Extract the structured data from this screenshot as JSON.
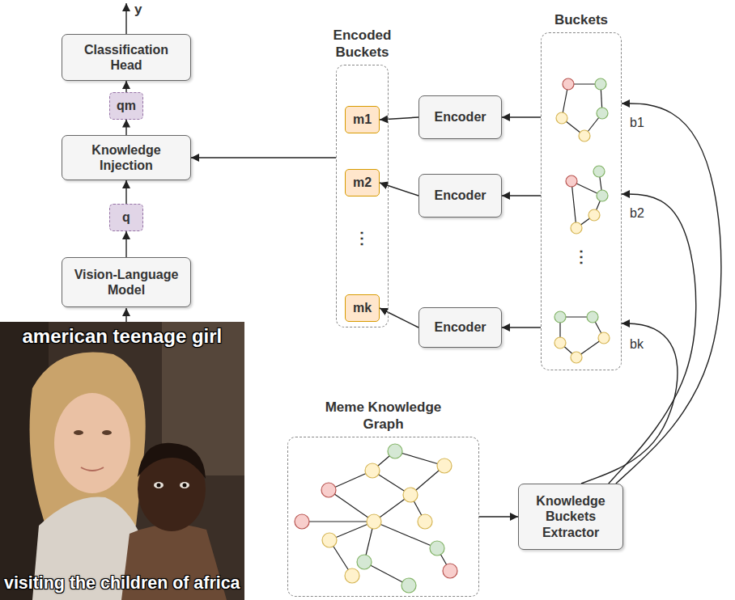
{
  "diagram": {
    "nodes": [
      {
        "text": [
          "Classification Head"
        ]
      },
      {
        "text": [
          "qm"
        ]
      },
      {
        "text": [
          "Knowledge Injection"
        ]
      },
      {
        "text": [
          "q"
        ]
      },
      {
        "text": [
          "Vision-Language Model"
        ]
      },
      {
        "text": [
          "Encoded Buckets"
        ]
      },
      {
        "text": [
          "m1"
        ],
        "in": 5
      },
      {
        "text": [
          "m2"
        ],
        "in": 5
      },
      {
        "text": [
          "mk"
        ],
        "in": 5
      },
      {
        "text": [
          "Encoder"
        ]
      },
      {
        "text": [
          "Encoder"
        ]
      },
      {
        "text": [
          "Encoder"
        ]
      },
      {
        "text": [
          "Buckets"
        ]
      },
      {
        "text": [
          "Meme Knowledge Graph"
        ]
      },
      {
        "text": [
          "Knowledge Buckets Extractor"
        ]
      }
    ],
    "edges": [
      {
        "from": 1,
        "to": 0,
        "arrow": "to"
      },
      {
        "from": 2,
        "to": 1,
        "arrow": "to"
      },
      {
        "from": 3,
        "to": 2,
        "arrow": "to"
      },
      {
        "from": 4,
        "to": 3,
        "arrow": "to"
      },
      {
        "from": 5,
        "to": 2,
        "arrow": "to"
      },
      {
        "from": 9,
        "to": 6,
        "arrow": "to"
      },
      {
        "from": 10,
        "to": 7,
        "arrow": "to"
      },
      {
        "from": 11,
        "to": 8,
        "arrow": "to"
      },
      {
        "from": 12,
        "to": 9,
        "arrow": "to"
      },
      {
        "from": 12,
        "to": 10,
        "arrow": "to"
      },
      {
        "from": 12,
        "to": 11,
        "arrow": "to"
      },
      {
        "from": 13,
        "to": 14,
        "arrow": "to"
      },
      {
        "from": 14,
        "to": 12,
        "arrow": "to"
      },
      {
        "from": 14,
        "to": 12,
        "arrow": "to"
      },
      {
        "from": 14,
        "to": 12,
        "arrow": "to"
      }
    ],
    "labels": [
      "y",
      "⋮",
      "⋮",
      "b1",
      "b2",
      "bk",
      "american teenage girl",
      "visiting the children of africa"
    ]
  }
}
